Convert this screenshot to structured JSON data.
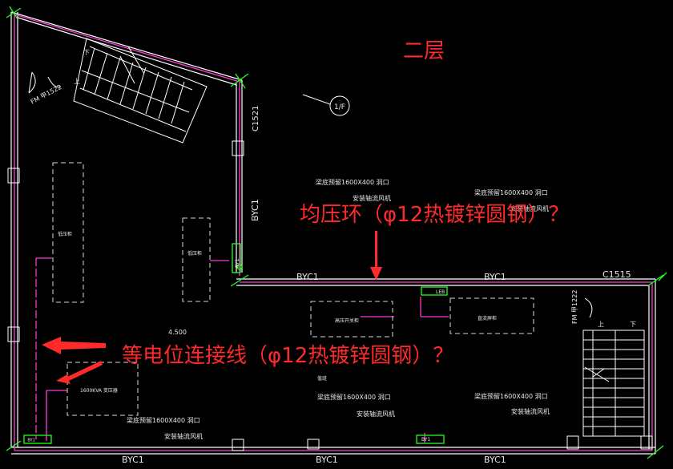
{
  "floor_label": "二层",
  "annotations": {
    "ring_question": "均压环（φ12热镀锌圆钢）？",
    "bond_question": "等电位连接线（φ12热镀锌圆钢）？"
  },
  "labels": {
    "byc1_top_left": "BYC1",
    "byc1_top_right": "BYC1",
    "byc1_bottom_left": "BYC1",
    "byc1_bottom_mid": "BYC1",
    "byc1_bottom_right": "BYC1",
    "byc1_vertical": "BYC1",
    "c1521": "C1521",
    "c1515": "C1515",
    "fm_left": "FM 甲1522",
    "fm_right": "FM 甲1222",
    "axis_1f": "1/F",
    "elevation": "4.500",
    "transformer": "1600KVA 变压器",
    "beam_hole_1": "梁底预留1600X400   洞口",
    "beam_hole_1_sub": "安装轴流风机",
    "beam_hole_2": "梁底预留1600X400   洞口",
    "beam_hole_2_sub": "安装轴流风机",
    "beam_hole_3": "梁底预留1600X400   洞口",
    "beam_hole_3_sub": "安装轴流风机",
    "beam_hole_4": "梁底预留1600X400   洞口",
    "beam_hole_4_sub": "安装轴流风机",
    "beam_hole_5": "梁底预留1600X400   洞口",
    "beam_hole_5_sub": "安装轴流风机",
    "cab_left": "低压柜",
    "cab_mid": "低压柜",
    "cab_a": "高压开关柜",
    "cab_b": "直流屏柜",
    "small_text": "值班",
    "stair_up": "上",
    "stair_down": "下",
    "stair_up_left": "下",
    "stair_down_left": "上",
    "tag_bottom_1": "BY1",
    "tag_bottom_2": "BY1",
    "tag_mid": "LEB",
    "tag_col": "BY1"
  },
  "colors": {
    "wall": "#ff3bd1",
    "wall_white": "#ffffff",
    "green": "#22ff22",
    "arrow": "#ff2a2a",
    "text_red": "#ff2a2a"
  }
}
